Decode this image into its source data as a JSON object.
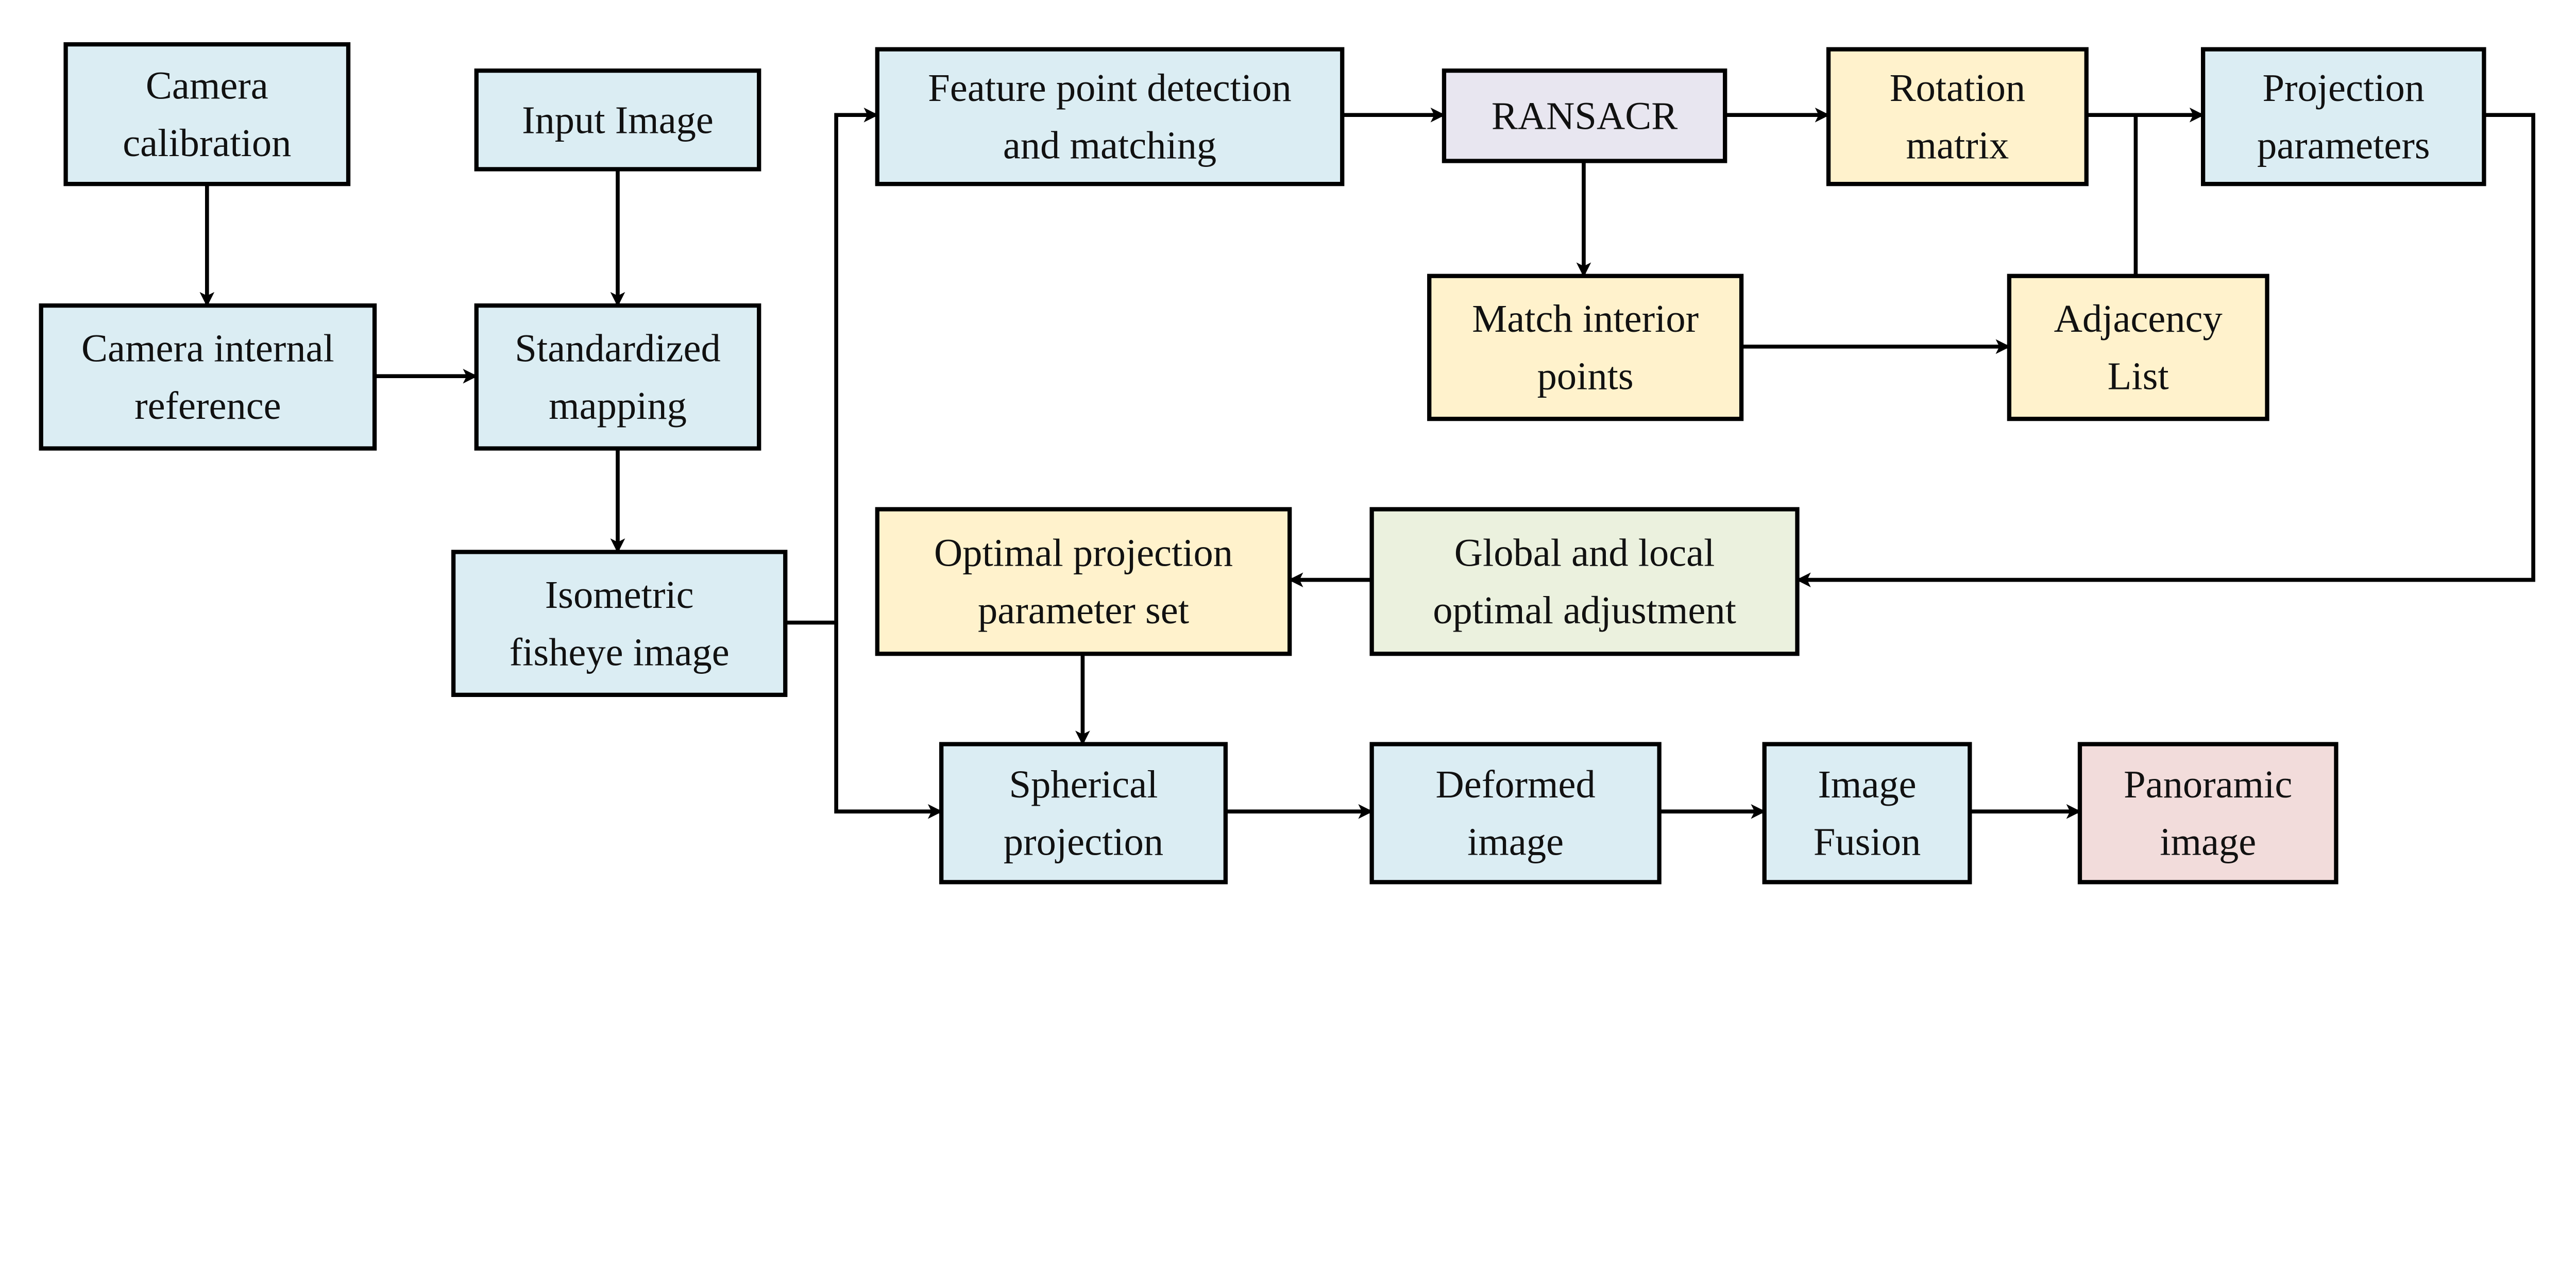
{
  "colors": {
    "blue": "#dbedf3",
    "yellow": "#fff2cc",
    "purple": "#e8e6f0",
    "green": "#ebf1de",
    "pink": "#f2dcdb",
    "stroke": "#000000"
  },
  "nodes": [
    {
      "id": "camera-calibration",
      "lines": [
        "Camera",
        "calibration"
      ],
      "color": "blue"
    },
    {
      "id": "input-image",
      "lines": [
        "Input Image"
      ],
      "color": "blue"
    },
    {
      "id": "camera-internal-reference",
      "lines": [
        "Camera internal",
        "reference"
      ],
      "color": "blue"
    },
    {
      "id": "standardized-mapping",
      "lines": [
        "Standardized",
        "mapping"
      ],
      "color": "blue"
    },
    {
      "id": "isometric-fisheye-image",
      "lines": [
        "Isometric",
        "fisheye image"
      ],
      "color": "blue"
    },
    {
      "id": "feature-point-detection",
      "lines": [
        "Feature point detection",
        "and matching"
      ],
      "color": "blue"
    },
    {
      "id": "ransacr",
      "lines": [
        "RANSACR"
      ],
      "color": "purple"
    },
    {
      "id": "rotation-matrix",
      "lines": [
        "Rotation",
        "matrix"
      ],
      "color": "yellow"
    },
    {
      "id": "projection-parameters",
      "lines": [
        "Projection",
        "parameters"
      ],
      "color": "blue"
    },
    {
      "id": "match-interior-points",
      "lines": [
        "Match interior",
        "points"
      ],
      "color": "yellow"
    },
    {
      "id": "adjacency-list",
      "lines": [
        "Adjacency",
        "List"
      ],
      "color": "yellow"
    },
    {
      "id": "optimal-projection-parameter-set",
      "lines": [
        "Optimal projection",
        "parameter set"
      ],
      "color": "yellow"
    },
    {
      "id": "global-local-optimal-adjustment",
      "lines": [
        "Global and local",
        "optimal adjustment"
      ],
      "color": "green"
    },
    {
      "id": "spherical-projection",
      "lines": [
        "Spherical",
        "projection"
      ],
      "color": "blue"
    },
    {
      "id": "deformed-image",
      "lines": [
        "Deformed",
        "image"
      ],
      "color": "blue"
    },
    {
      "id": "image-fusion",
      "lines": [
        "Image",
        "Fusion"
      ],
      "color": "blue"
    },
    {
      "id": "panoramic-image",
      "lines": [
        "Panoramic",
        "image"
      ],
      "color": "pink"
    }
  ],
  "edges": [
    {
      "from": "camera-calibration",
      "to": "camera-internal-reference"
    },
    {
      "from": "input-image",
      "to": "standardized-mapping"
    },
    {
      "from": "camera-internal-reference",
      "to": "standardized-mapping"
    },
    {
      "from": "standardized-mapping",
      "to": "isometric-fisheye-image"
    },
    {
      "from": "isometric-fisheye-image",
      "to": "feature-point-detection"
    },
    {
      "from": "isometric-fisheye-image",
      "to": "spherical-projection"
    },
    {
      "from": "feature-point-detection",
      "to": "ransacr"
    },
    {
      "from": "ransacr",
      "to": "rotation-matrix"
    },
    {
      "from": "ransacr",
      "to": "match-interior-points"
    },
    {
      "from": "rotation-matrix",
      "to": "projection-parameters"
    },
    {
      "from": "adjacency-list",
      "to": "projection-parameters"
    },
    {
      "from": "match-interior-points",
      "to": "adjacency-list"
    },
    {
      "from": "projection-parameters",
      "to": "global-local-optimal-adjustment"
    },
    {
      "from": "global-local-optimal-adjustment",
      "to": "optimal-projection-parameter-set"
    },
    {
      "from": "optimal-projection-parameter-set",
      "to": "spherical-projection"
    },
    {
      "from": "spherical-projection",
      "to": "deformed-image"
    },
    {
      "from": "deformed-image",
      "to": "image-fusion"
    },
    {
      "from": "image-fusion",
      "to": "panoramic-image"
    }
  ]
}
